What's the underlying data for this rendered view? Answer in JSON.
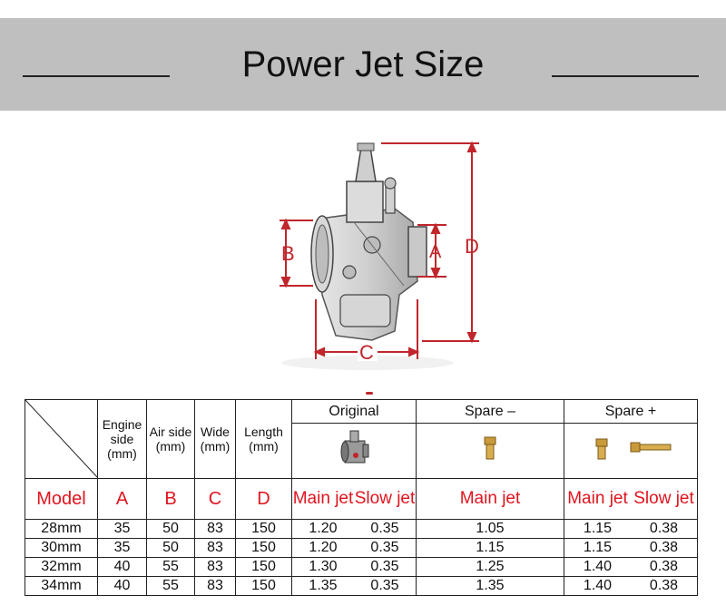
{
  "banner": {
    "title": "Power Jet Size"
  },
  "diagram": {
    "labels": {
      "a": "A",
      "b": "B",
      "c": "C",
      "d": "D"
    },
    "accent_color": "#c0262c"
  },
  "table": {
    "headers": {
      "engine_side": "Engine side (mm)",
      "air_side": "Air side (mm)",
      "wide": "Wide (mm)",
      "length": "Length (mm)",
      "original": "Original",
      "spare_minus": "Spare –",
      "spare_plus": "Spare +"
    },
    "labels": {
      "model": "Model",
      "a": "A",
      "b": "B",
      "c": "C",
      "d": "D",
      "orig_main": "Main jet",
      "orig_slow": "Slow jet",
      "minus_main": "Main jet",
      "plus_main": "Main jet",
      "plus_slow": "Slow jet"
    },
    "rows": [
      {
        "model": "28mm",
        "a": "35",
        "b": "50",
        "c": "83",
        "d": "150",
        "orig_main": "1.20",
        "orig_slow": "0.35",
        "minus_main": "1.05",
        "plus_main": "1.15",
        "plus_slow": "0.38"
      },
      {
        "model": "30mm",
        "a": "35",
        "b": "50",
        "c": "83",
        "d": "150",
        "orig_main": "1.20",
        "orig_slow": "0.35",
        "minus_main": "1.15",
        "plus_main": "1.15",
        "plus_slow": "0.38"
      },
      {
        "model": "32mm",
        "a": "40",
        "b": "55",
        "c": "83",
        "d": "150",
        "orig_main": "1.30",
        "orig_slow": "0.35",
        "minus_main": "1.25",
        "plus_main": "1.40",
        "plus_slow": "0.38"
      },
      {
        "model": "34mm",
        "a": "40",
        "b": "55",
        "c": "83",
        "d": "150",
        "orig_main": "1.35",
        "orig_slow": "0.35",
        "minus_main": "1.35",
        "plus_main": "1.40",
        "plus_slow": "0.38"
      }
    ],
    "label_color": "#e0141e"
  }
}
